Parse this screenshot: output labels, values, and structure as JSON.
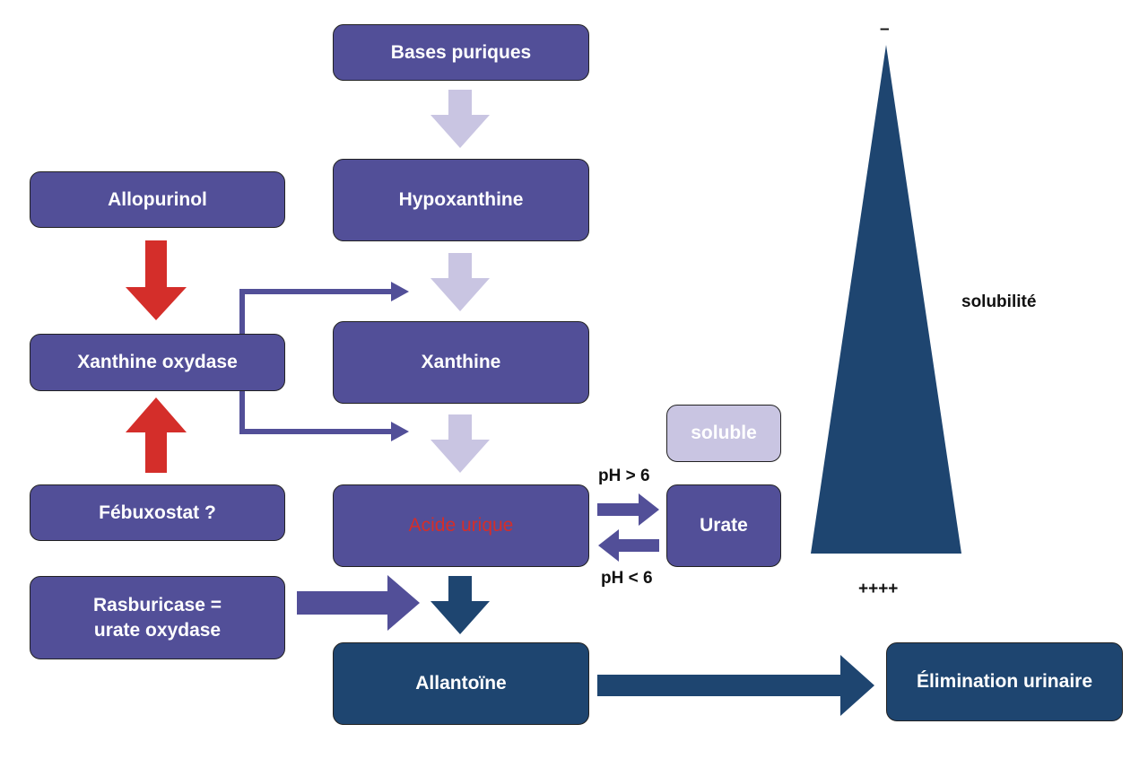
{
  "boxes": {
    "bases_puriques": "Bases puriques",
    "hypoxanthine": "Hypoxanthine",
    "xanthine": "Xanthine",
    "acide_urique": "Acide urique",
    "allantoine": "Allantoïne",
    "elimination": "Élimination urinaire",
    "allopurinol": "Allopurinol",
    "xanthine_oxydase": "Xanthine oxydase",
    "febuxostat": "Fébuxostat ?",
    "rasburicase_line1": "Rasburicase =",
    "rasburicase_line2": "urate oxydase",
    "urate": "Urate",
    "soluble": "soluble"
  },
  "labels": {
    "ph_gt": "pH > 6",
    "ph_lt": "pH < 6",
    "solubilite": "solubilité",
    "minus": "–",
    "plus": "++++"
  },
  "colors": {
    "purple": "#524f98",
    "dark_blue": "#1e4570",
    "light_purple": "#c9c5e2",
    "red": "#d42e2a"
  }
}
